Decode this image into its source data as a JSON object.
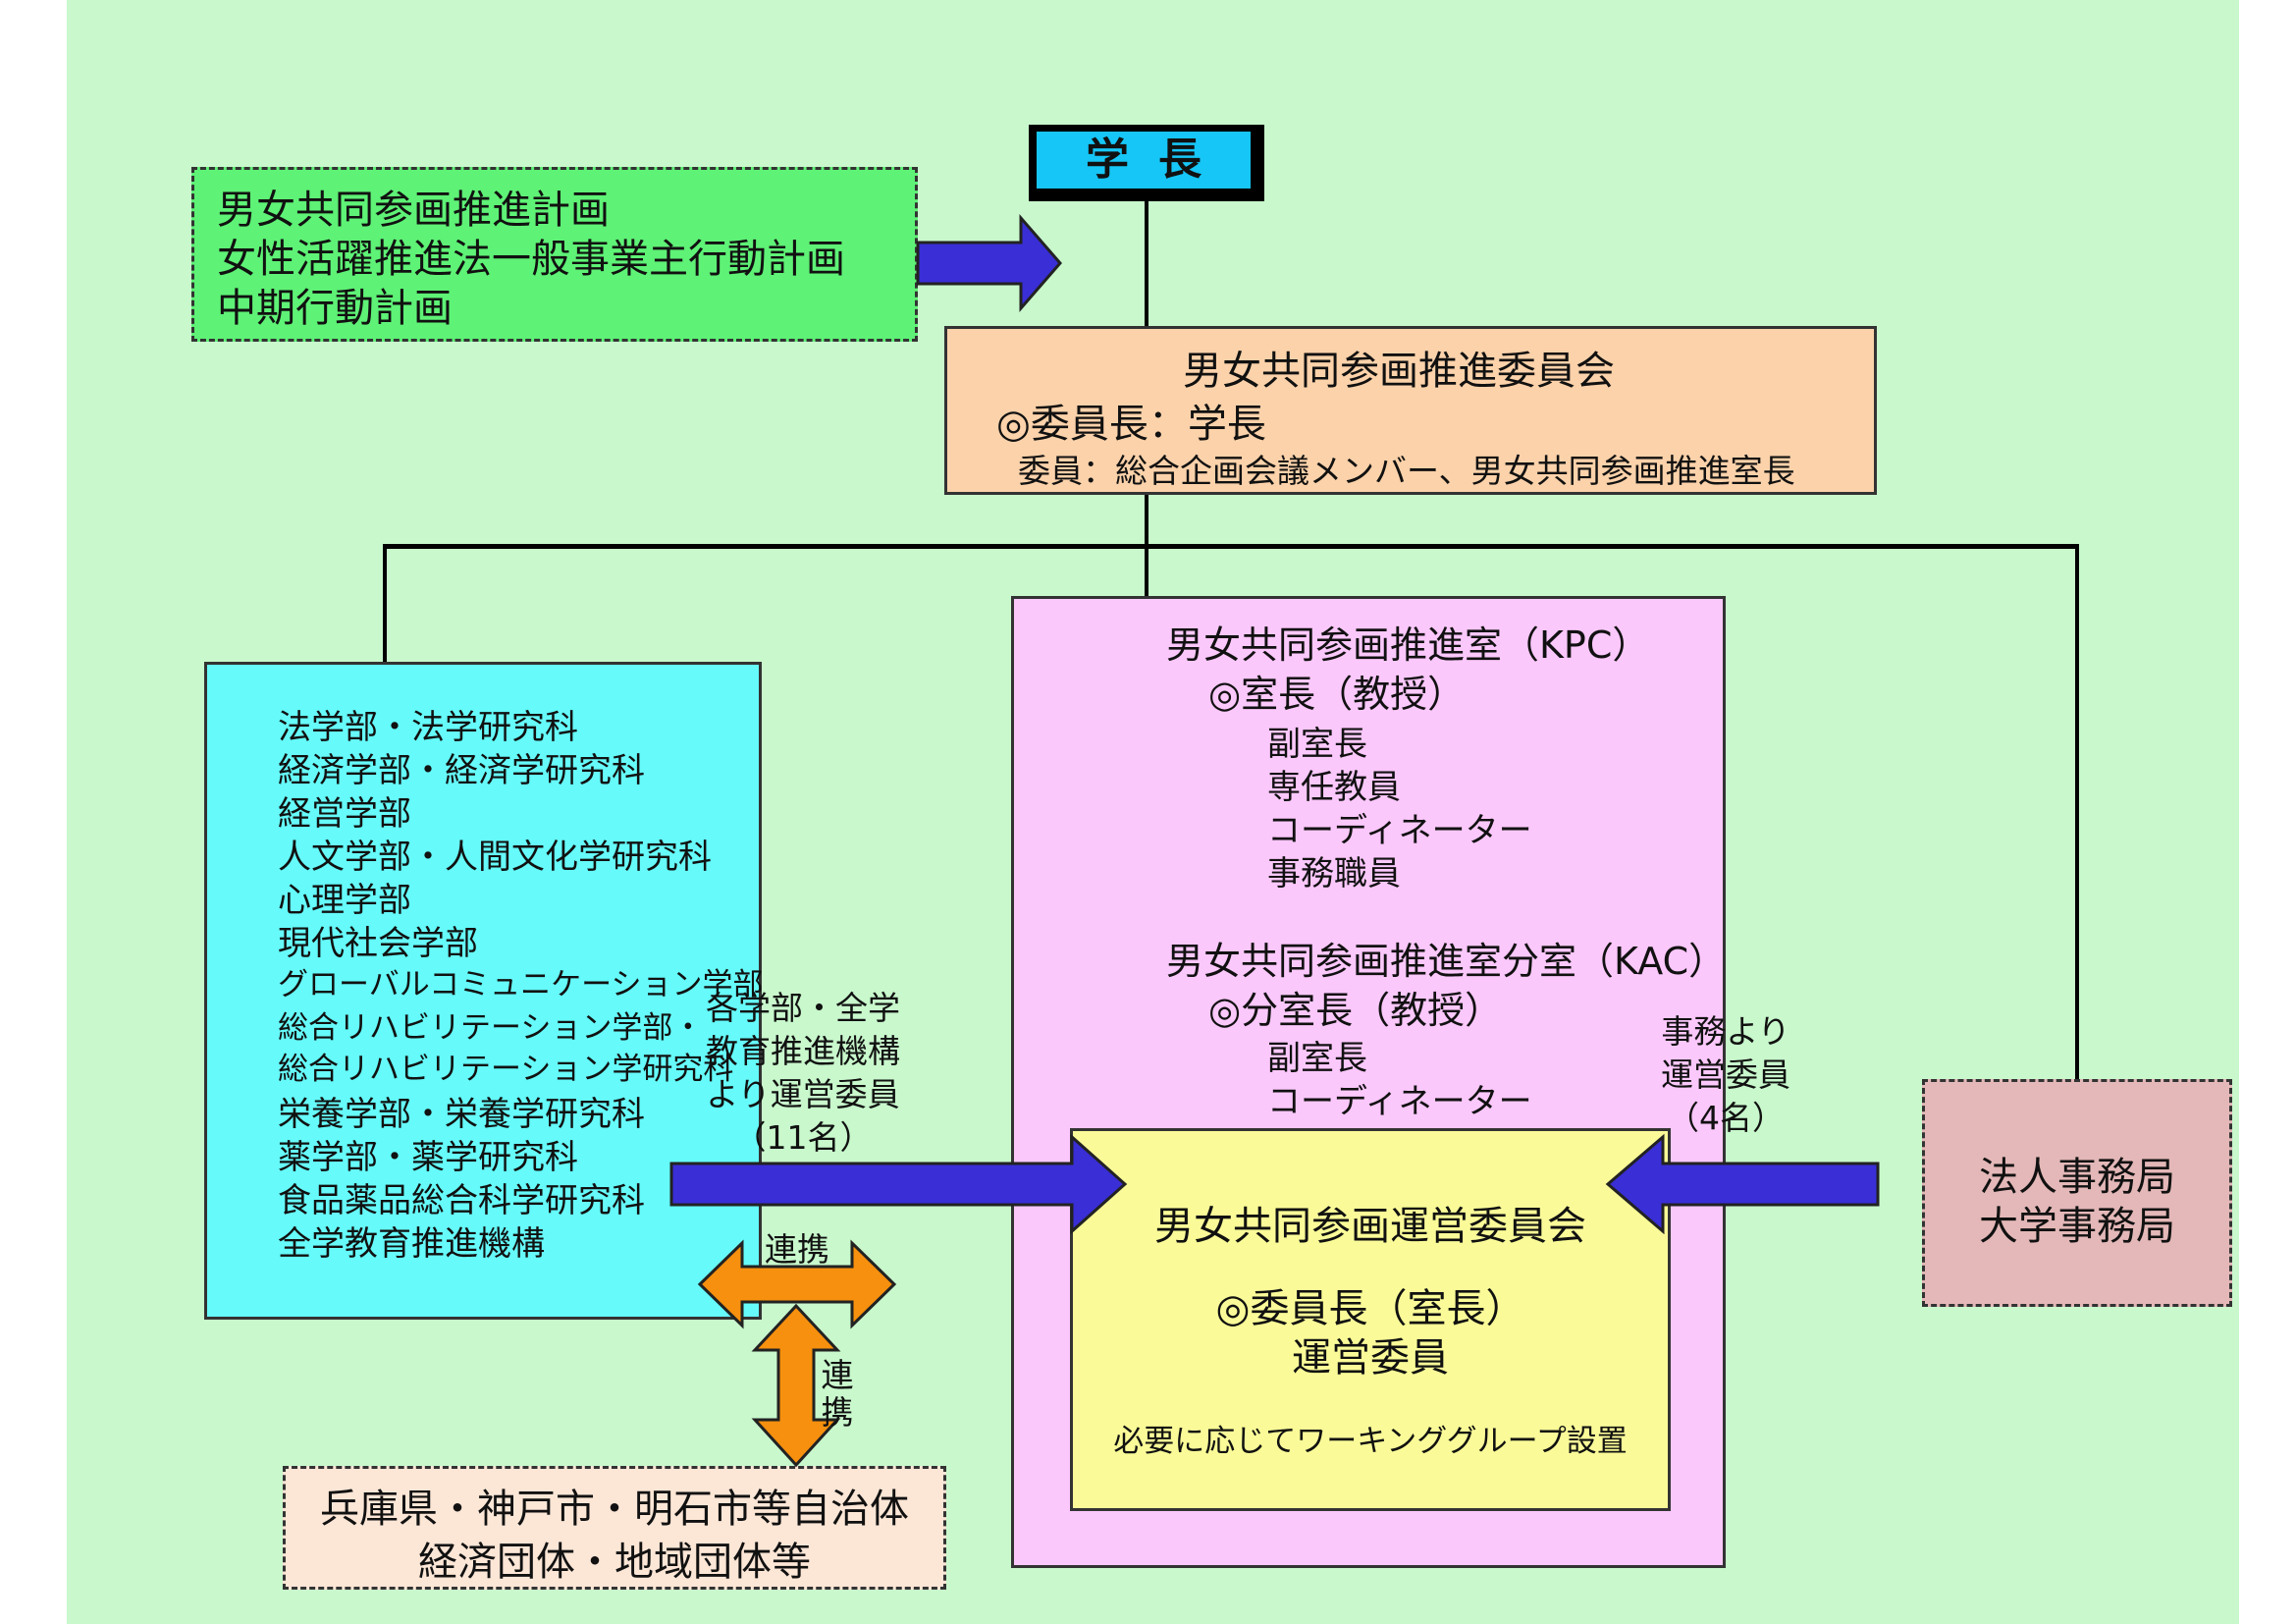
{
  "president": {
    "label": "学長"
  },
  "plans": {
    "lines": [
      "男女共同参画推進計画",
      "女性活躍推進法一般事業主行動計画",
      "中期行動計画"
    ]
  },
  "committee": {
    "title": "男女共同参画推進委員会",
    "chair": "◎委員長：学長",
    "members": "委員：総合企画会議メンバー、男女共同参画推進室長"
  },
  "faculties": {
    "items": [
      "法学部・法学研究科",
      "経済学部・経済学研究科",
      "経営学部",
      "人文学部・人間文化学研究科",
      "心理学部",
      "現代社会学部",
      "グローバルコミュニケーション学部",
      "総合リハビリテーション学部・",
      "総合リハビリテーション学研究科",
      "栄養学部・栄養学研究科",
      "薬学部・薬学研究科",
      "食品薬品総合科学研究科",
      "全学教育推進機構"
    ]
  },
  "office": {
    "kpc_title": "男女共同参画推進室（KPC）",
    "kpc_head": "◎室長（教授）",
    "kpc_members": [
      "副室長",
      "専任教員",
      "コーディネーター",
      "事務職員"
    ],
    "kac_title": "男女共同参画推進室分室（KAC）",
    "kac_head": "◎分室長（教授）",
    "kac_members": [
      "副室長",
      "コーディネーター"
    ]
  },
  "mgmt": {
    "title": "男女共同参画運営委員会",
    "chair": "◎委員長（室長）",
    "members": "運営委員",
    "wg": "必要に応じてワーキンググループ設置"
  },
  "corp": {
    "lines": [
      "法人事務局",
      "大学事務局"
    ]
  },
  "local": {
    "lines": [
      "兵庫県・神戸市・明石市等自治体",
      "経済団体・地域団体等"
    ]
  },
  "labels": {
    "faculty_members": [
      "各学部・全学",
      "教育推進機構",
      "より運営委員",
      "（11名）"
    ],
    "office_members": [
      "事務より",
      "運営委員",
      "（4名）"
    ],
    "cooperation_h": "連携",
    "cooperation_v": [
      "連",
      "携"
    ]
  },
  "colors": {
    "background": "#c8f8cc",
    "president": "#16c6f6",
    "plans": "#5ef276",
    "committee": "#fbd2aa",
    "faculties": "#66fafa",
    "office": "#fbc8fb",
    "mgmt": "#fafb98",
    "corp": "#e4b8b8",
    "local": "#fce6d6",
    "blue_arrow": "#3a2ed6",
    "orange_arrow": "#f6900e"
  }
}
